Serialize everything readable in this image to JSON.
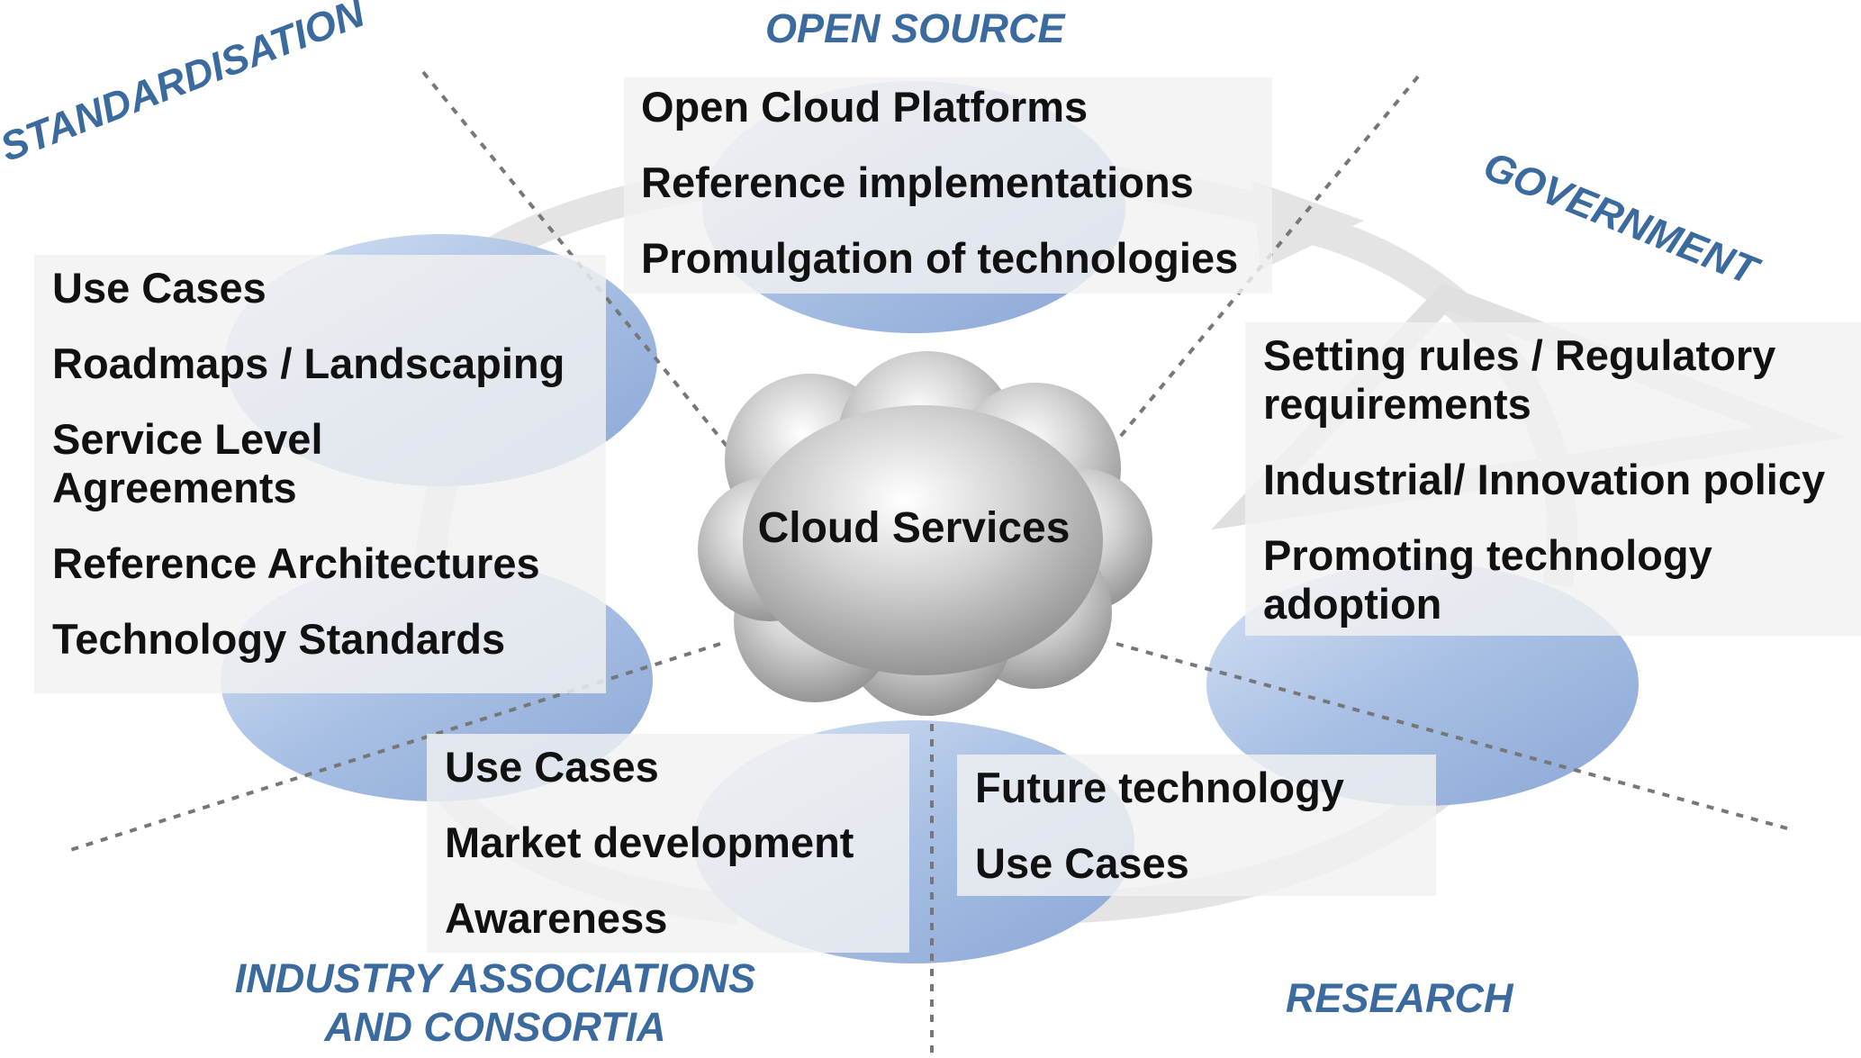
{
  "center": {
    "label": "Cloud Services"
  },
  "categories": {
    "open_source": "OPEN SOURCE",
    "standardisation": "STANDARDISATION",
    "government": "GOVERNMENT",
    "industry_line1": "INDUSTRY ASSOCIATIONS",
    "industry_line2": "AND CONSORTIA",
    "research": "RESEARCH"
  },
  "open_source_items": [
    "Open Cloud Platforms",
    "Reference implementations",
    "Promulgation of technologies"
  ],
  "standardisation_items": [
    "Use Cases",
    "Roadmaps / Landscaping",
    "Service Level",
    "Agreements",
    "Reference Architectures",
    "Technology Standards"
  ],
  "government_items": [
    "Setting rules / Regulatory",
    "requirements",
    "Industrial/ Innovation policy",
    "Promoting technology",
    "adoption"
  ],
  "industry_items": [
    "Use Cases",
    "Market development",
    "Awareness"
  ],
  "research_items": [
    "Future technology",
    "Use Cases"
  ],
  "colors": {
    "category_text": "#3a6a9e",
    "ellipse": "#9ab4de",
    "ring": "#e6e6e6",
    "divider": "#777777"
  }
}
